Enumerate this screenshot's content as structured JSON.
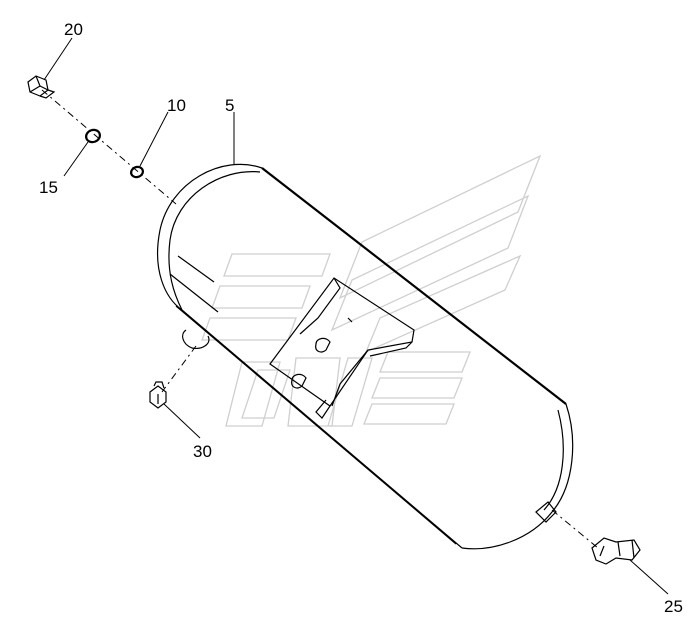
{
  "diagram": {
    "callouts": {
      "tank": "5",
      "ring_small": "10",
      "ring_large": "15",
      "plug": "20",
      "drain_valve": "25",
      "fitting": "30"
    }
  }
}
